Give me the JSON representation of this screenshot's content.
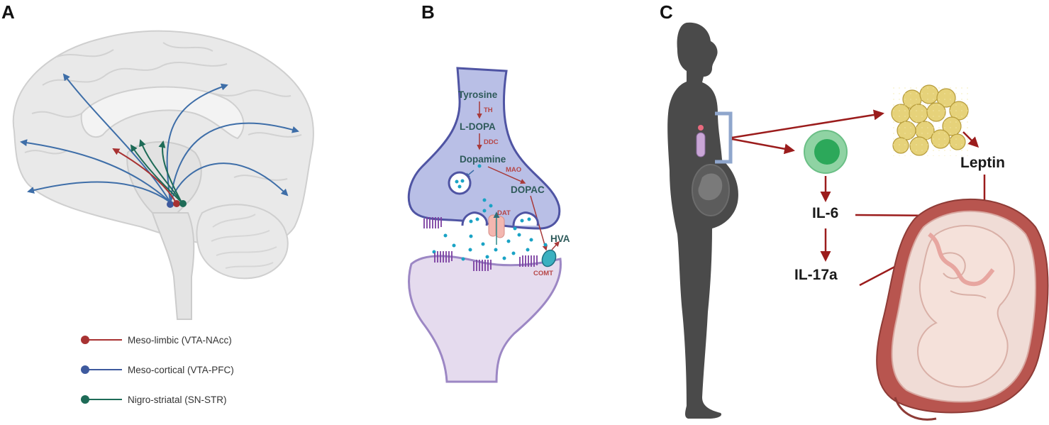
{
  "panels": [
    {
      "id": "A",
      "letter": "A"
    },
    {
      "id": "B",
      "letter": "B"
    },
    {
      "id": "C",
      "letter": "C"
    }
  ],
  "panel_a": {
    "legend": [
      {
        "label": "Meso-limbic (VTA-NAcc)",
        "color": "#a83232"
      },
      {
        "label": "Meso-cortical (VTA-PFC)",
        "color": "#3e5a9e"
      },
      {
        "label": "Nigro-striatal (SN-STR)",
        "color": "#1e6b57"
      }
    ]
  },
  "panel_b": {
    "labels": {
      "tyrosine": "Tyrosine",
      "th": "TH",
      "ldopa": "L-DOPA",
      "ddc": "DDC",
      "dopamine": "Dopamine",
      "mao": "MAO",
      "dopac": "DOPAC",
      "dat": "DAT",
      "hva": "HVA",
      "comt": "COMT"
    },
    "colors": {
      "presynaptic": "#b9bfe6",
      "presynaptic_border": "#4f54a3",
      "postsynaptic": "#e5dbee",
      "postsynaptic_border": "#9c87c4",
      "dopamine": "#1aa3c5",
      "receptor": "#7b3fa0"
    }
  },
  "panel_c": {
    "labels": {
      "leptin": "Leptin",
      "il6": "IL-6",
      "il17a": "IL-17a"
    },
    "colors": {
      "arrow": "#9b1c1c",
      "silhouette": "#4a4a4a",
      "cell": "#2ca85a",
      "fat": "#e6d27a",
      "uterus": "#b8554f"
    }
  }
}
